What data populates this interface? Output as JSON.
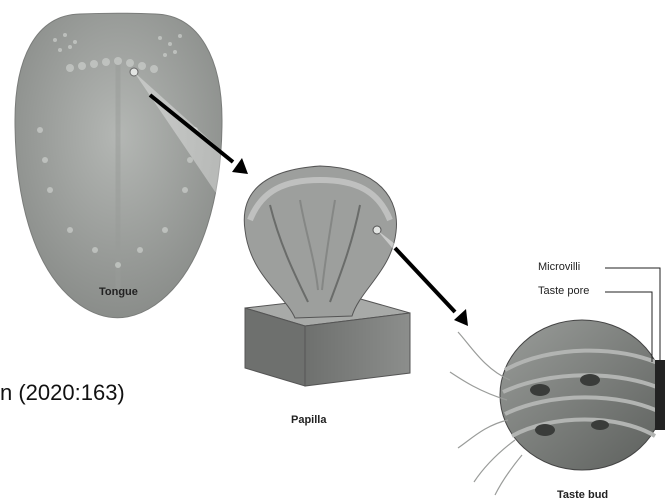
{
  "labels": {
    "tongue": "Tongue",
    "papilla": "Papilla",
    "taste_bud": "Taste bud",
    "microvilli": "Microvilli",
    "taste_pore": "Taste pore"
  },
  "citation": "n (2020:163)"
}
